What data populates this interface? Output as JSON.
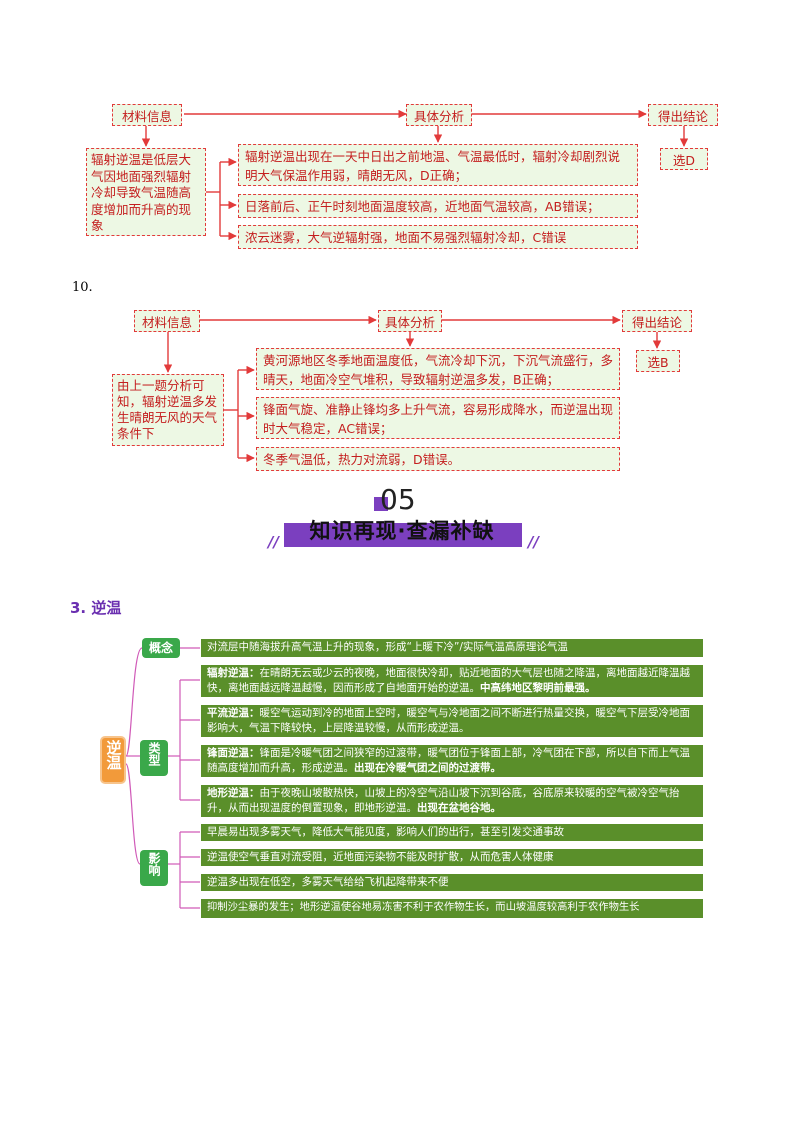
{
  "q9": {
    "header_material": "材料信息",
    "header_analysis": "具体分析",
    "header_conclusion": "得出结论",
    "material_text": "辐射逆温是低层大气因地面强烈辐射冷却导致气温随高度增加而升高的现象",
    "analysis": [
      "辐射逆温出现在一天中日出之前地温、气温最低时，辐射冷却剧烈说明大气保温作用弱，晴朗无风，D正确；",
      "日落前后、正午时刻地面温度较高，近地面气温较高，AB错误；",
      "浓云迷雾，大气逆辐射强，地面不易强烈辐射冷却，C错误"
    ],
    "conclusion": "选D"
  },
  "q10": {
    "number": "10.",
    "header_material": "材料信息",
    "header_analysis": "具体分析",
    "header_conclusion": "得出结论",
    "material_text": "由上一题分析可知，辐射逆温多发生晴朗无风的天气条件下",
    "analysis": [
      "黄河源地区冬季地面温度低，气流冷却下沉，下沉气流盛行，多晴天，地面冷空气堆积，导致辐射逆温多发，B正确；",
      "锋面气旋、准静止锋均多上升气流，容易形成降水，而逆温出现时大气稳定，AC错误；",
      "冬季气温低，热力对流弱，D错误。"
    ],
    "conclusion": "选B"
  },
  "section": {
    "number": "05",
    "title": "知识再现·查漏补缺"
  },
  "heading": "3. 逆温",
  "mindmap": {
    "root": "逆温",
    "concept_label": "概念",
    "concept_text": "对流层中随海拔升高气温上升的现象，形成“上暖下冷”/实际气温高原理论气温",
    "types_label": "类型",
    "types": [
      {
        "name": "辐射逆温：",
        "text": "在晴朗无云或少云的夜晚，地面很快冷却，贴近地面的大气层也随之降温，离地面越近降温越快，离地面越远降温越慢，因而形成了自地面开始的逆温。",
        "bold": "中高纬地区黎明前最强。"
      },
      {
        "name": "平流逆温：",
        "text": "暖空气运动到冷的地面上空时，暖空气与冷地面之间不断进行热量交换，暖空气下层受冷地面影响大，气温下降较快，上层降温较慢，从而形成逆温。",
        "bold": ""
      },
      {
        "name": "锋面逆温：",
        "text": "锋面是冷暖气团之间狭窄的过渡带，暖气团位于锋面上部，冷气团在下部，所以自下而上气温随高度增加而升高，形成逆温。",
        "bold": "出现在冷暖气团之间的过渡带。"
      },
      {
        "name": "地形逆温：",
        "text": "由于夜晚山坡散热快，山坡上的冷空气沿山坡下沉到谷底，谷底原来较暖的空气被冷空气抬升，从而出现温度的倒置现象，即地形逆温。",
        "bold": "出现在盆地谷地。"
      }
    ],
    "effects_label": "影响",
    "effects": [
      "早晨易出现多雾天气，降低大气能见度，影响人们的出行，甚至引发交通事故",
      "逆温使空气垂直对流受阻，近地面污染物不能及时扩散，从而危害人体健康",
      "逆温多出现在低空，多雾天气给给飞机起降带来不便",
      "抑制沙尘暴的发生；地形逆温使谷地易冻害不利于农作物生长，而山坡温度较高利于农作物生长"
    ]
  },
  "colors": {
    "red_line": "#e23a3a",
    "pale_green": "#edf8e4",
    "purple": "#7b3fbf",
    "map_green": "#5a8f2a",
    "tag_green": "#3aa84a",
    "orange": "#f29a3a"
  }
}
